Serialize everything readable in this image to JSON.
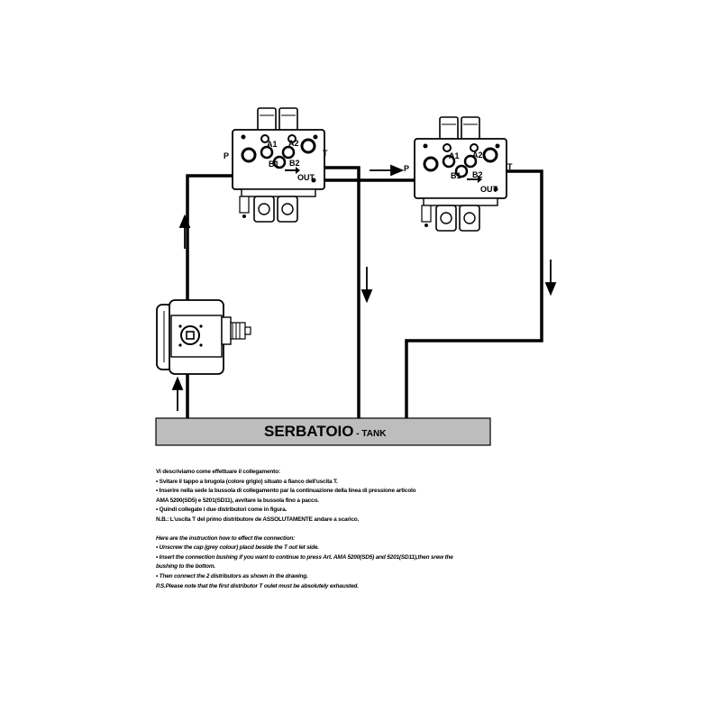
{
  "tank": {
    "main": "SERBATOIO",
    "sub": " - TANK"
  },
  "valve1": {
    "p": "P",
    "t": "T",
    "a1": "A1",
    "a2": "A2",
    "b1": "B1",
    "b2": "B2",
    "out": "OUT"
  },
  "valve2": {
    "p": "P",
    "t": "T",
    "a1": "A1",
    "a2": "A2",
    "b1": "B1",
    "b2": "B2",
    "out": "OUT"
  },
  "instructions_it": {
    "title": "Vi descriviamo come effettuare il collegamento:",
    "lines": [
      "• Svitare il tappo a brugola (colore grigio) situato a fianco dell'uscita T.",
      "• Inserire nella sede la bussola di collegamento par la continuazione della linea di pressione articolo",
      "AMA 5200(SD5) e 5201(SD11), avvitare la bussola fino a pacco.",
      "• Quindi collegate i due distributori come in figura.",
      "N.B.: L'uscita T del primo distributore de ASSOLUTAMENTE andare a scarico."
    ]
  },
  "instructions_en": {
    "title": "Here are the instruction how to effect the connection:",
    "lines": [
      "• Unscrew the cap (grey colour) placd beside the T out let side.",
      "• Insert the connection bushing if you want to continue to press Art. AMA 5200(SD5) and 5201(SD11),then srew the",
      "bushing to the bottom.",
      "• Then connect the 2 distributors as shown in the drawing.",
      "P.S.Please note that the first distributor T oulet must be absolutely exhausted."
    ]
  }
}
